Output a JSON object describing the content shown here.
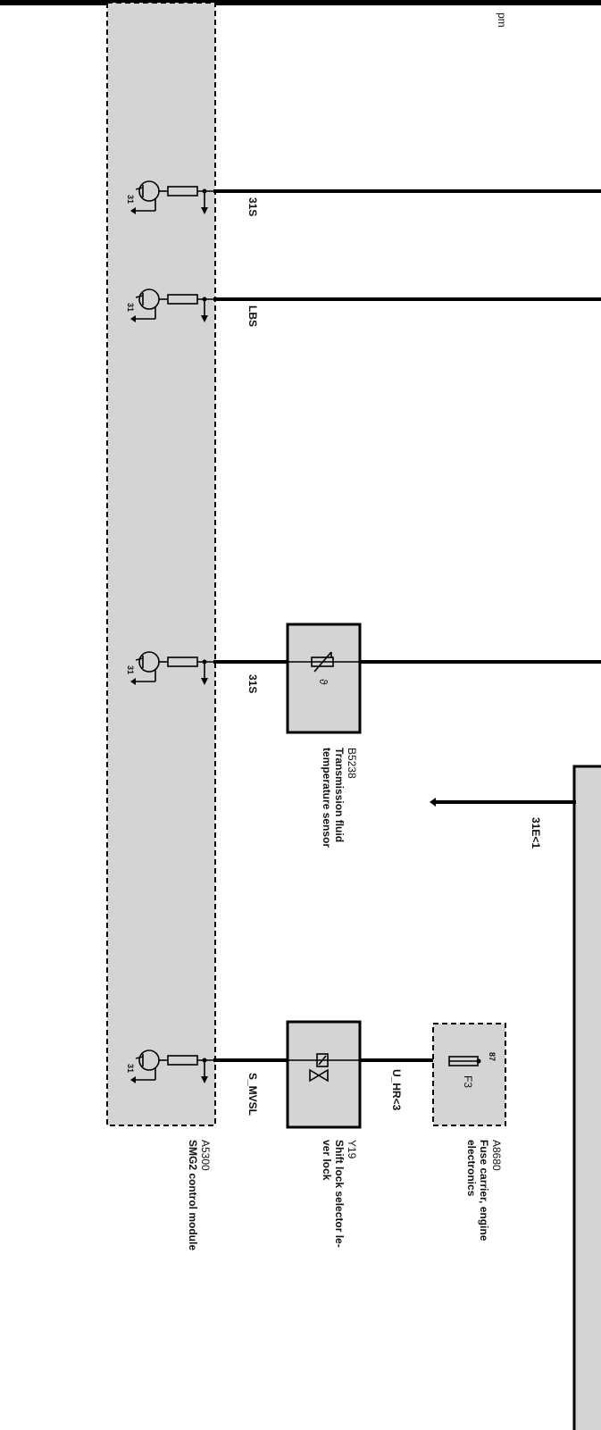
{
  "diagram": {
    "top_text": "pm",
    "pin_label": "31",
    "modules": {
      "smg2": {
        "id": "A5300",
        "name": "SMG2 control module"
      },
      "temp_sensor": {
        "id": "B5238",
        "name_line1": "Transmission fluid",
        "name_line2": "temperature sensor",
        "symbol": "ϑ"
      },
      "shift_lock": {
        "id": "Y19",
        "name_line1": "Shift lock selector le-",
        "name_line2": "ver lock"
      },
      "fuse_carrier": {
        "id": "A8680",
        "name_line1": "Fuse carrier, engine",
        "name_line2": "electronics",
        "fuse": "F3",
        "terminal": "87"
      }
    },
    "wires": {
      "w1": "31S",
      "w2": "LBS",
      "w3": "31S",
      "w4": "S_MVSL",
      "w5": "U_HR<3",
      "ground_bus": "31E<1"
    },
    "colors": {
      "module_fill": "#d4d4d4",
      "wire": "#000000"
    }
  }
}
